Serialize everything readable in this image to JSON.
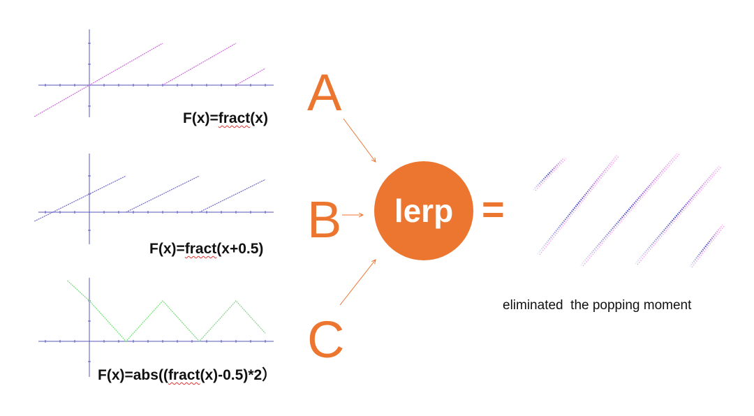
{
  "panels": [
    {
      "formula_a": "F(x)=",
      "formula_word": "fract",
      "formula_b": "(x)"
    },
    {
      "formula_a": "F(x)=",
      "formula_word": "fract",
      "formula_b": "(x+0.5)"
    },
    {
      "formula_a": "F(x)=abs((",
      "formula_word": "fract",
      "formula_b": "(x)-0.5)*2）"
    }
  ],
  "letters": {
    "a": "A",
    "b": "B",
    "c": "C"
  },
  "lerp_label": "lerp",
  "equals": "=",
  "caption": "eliminated  the popping moment",
  "colors": {
    "accent": "#ec7630",
    "axis": "#5555bb",
    "series_a": "#cc66dd",
    "series_b": "#6a66c8",
    "series_c": "#77d97a",
    "result_magenta": "#ee33dd",
    "result_blue": "#3333bb"
  },
  "chart_data": [
    {
      "type": "line",
      "expression": "fract(x)",
      "color": "#cc66dd",
      "x": [
        -0.75,
        0,
        0,
        1,
        1,
        2,
        2,
        2.4
      ],
      "y": [
        -0.75,
        0,
        0,
        1,
        0,
        1,
        0,
        0.4
      ]
    },
    {
      "type": "line",
      "expression": "fract(x+0.5)",
      "color": "#6a66c8",
      "x": [
        -0.75,
        -0.5,
        -0.5,
        0.5,
        0.5,
        1.5,
        1.5,
        2.4
      ],
      "y": [
        -0.25,
        0,
        0,
        1,
        0,
        1,
        0,
        0.9
      ]
    },
    {
      "type": "line",
      "expression": "abs((fract(x)-0.5)*2)",
      "color": "#77d97a",
      "x": [
        -0.3,
        0,
        0.5,
        1,
        1.5,
        2,
        2.4
      ],
      "y": [
        1.5,
        1,
        0,
        1,
        0,
        1,
        0.2
      ]
    }
  ]
}
